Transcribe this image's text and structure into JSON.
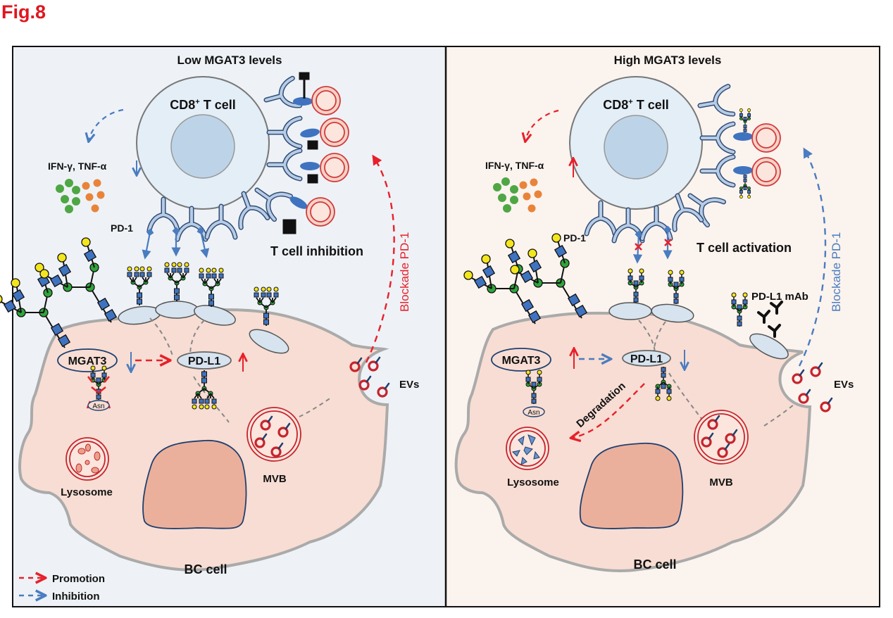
{
  "figure": {
    "title": "Fig.8"
  },
  "colors": {
    "promotion": "#e8202a",
    "inhibition": "#4a7cc0",
    "left_panel_bg": "#eef2f6",
    "right_panel_bg": "#fbf3ee",
    "bc_cell_fill": "#f7ddd3",
    "nucleus_fill": "#ebb09c",
    "t_cell_fill": "#e3eef7",
    "t_cell_nucleus": "#bdd4e8",
    "glycan_gal": "#f4e61c",
    "glycan_glcnac": "#3f73c0",
    "glycan_man": "#2fa53a",
    "ifn_green": "#4ea744",
    "tnf_orange": "#e8843a"
  },
  "panels": [
    {
      "id": "low",
      "heading": "Low MGAT3 levels",
      "t_cell_label": "CD8",
      "t_cell_sup": "+",
      "t_cell_label_suffix": " T cell",
      "cytokines_label": "IFN-γ, TNF-α",
      "cytokines_trend": "down",
      "pd1_label": "PD-1",
      "t_cell_state": "T cell inhibition",
      "blockade_label": "Blockade PD-1",
      "mgat3_label": "MGAT3",
      "mgat3_trend": "down",
      "pdl1_label": "PD-L1",
      "pdl1_trend": "up",
      "mgat3_to_pdl1": "promotion",
      "asn_label": "Asn",
      "evs_label": "EVs",
      "lysosome_label": "Lysosome",
      "mvb_label": "MVB",
      "bc_cell_label": "BC cell"
    },
    {
      "id": "high",
      "heading": "High MGAT3 levels",
      "t_cell_label": "CD8",
      "t_cell_sup": "+",
      "t_cell_label_suffix": " T cell",
      "cytokines_label": "IFN-γ, TNF-α",
      "cytokines_trend": "up",
      "pd1_label": "PD-1",
      "t_cell_state": "T cell activation",
      "blockade_label": "Blockade PD-1",
      "mgat3_label": "MGAT3",
      "mgat3_trend": "up",
      "pdl1_label": "PD-L1",
      "pdl1_trend": "down",
      "mgat3_to_pdl1": "inhibition",
      "asn_label": "Asn",
      "evs_label": "EVs",
      "lysosome_label": "Lysosome",
      "mvb_label": "MVB",
      "bc_cell_label": "BC cell",
      "degradation_label": "Degradation",
      "mab_label": "PD-L1 mAb"
    }
  ],
  "legend": {
    "items": [
      {
        "label": "Promotion",
        "style": "promotion"
      },
      {
        "label": "Inhibition",
        "style": "inhibition"
      }
    ]
  }
}
